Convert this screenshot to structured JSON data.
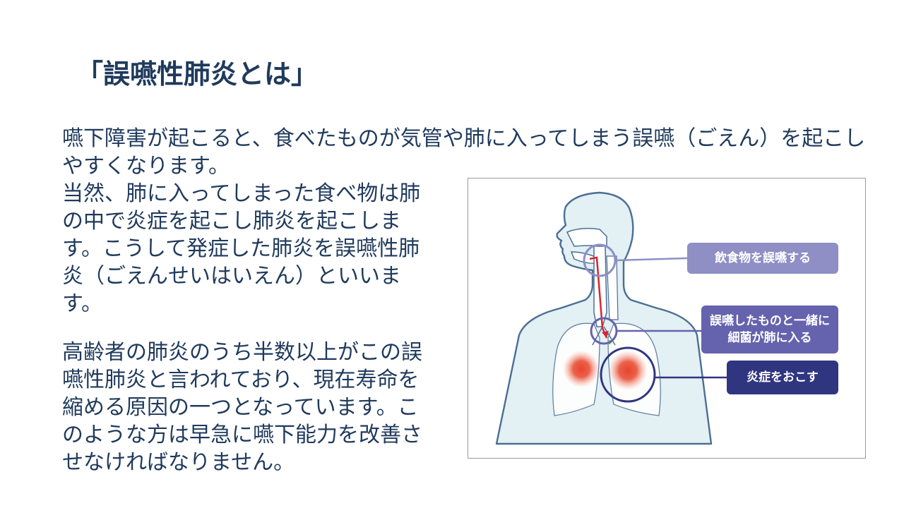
{
  "title": "「誤嚥性肺炎とは」",
  "intro": "嚥下障害が起こると、食べたものが気管や肺に入ってしまう誤嚥（ごえん）を起こしやすくなります。",
  "paragraph1": "当然、肺に入ってしまった食べ物は肺の中で炎症を起こし肺炎を起こします。こうして発症した肺炎を誤嚥性肺炎（ごえんせいはいえん）といいます。",
  "paragraph2": "高齢者の肺炎のうち半数以上がこの誤嚥性肺炎と言われており、現在寿命を縮める原因の一つとなっています。このような方は早急に嚥下能力を改善させなければなりません。",
  "diagram": {
    "callouts": [
      {
        "text": "飲食物を誤嚥する",
        "color": "#8f8fc6"
      },
      {
        "text": "誤嚥したものと一緒に細菌が肺に入る",
        "color": "#6563ad"
      },
      {
        "text": "炎症をおこす",
        "color": "#303580"
      }
    ],
    "colors": {
      "body_fill": "#e3f0f4",
      "body_outline": "#4a6f94",
      "path_arrow": "#d9242c",
      "inflammation": "#e8452c",
      "ring_1": "#8f8fc6",
      "ring_2": "#6563ad",
      "ring_3": "#303580"
    }
  }
}
